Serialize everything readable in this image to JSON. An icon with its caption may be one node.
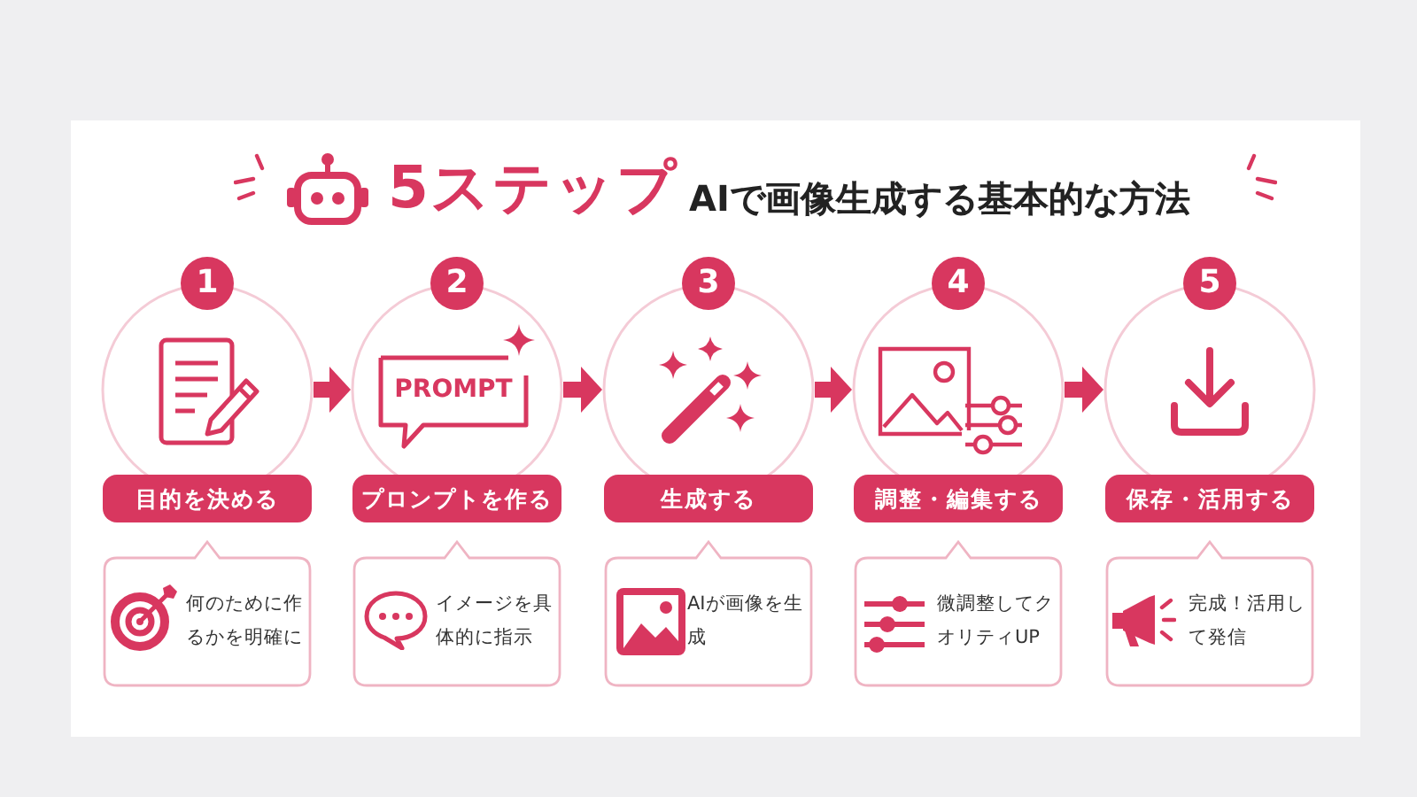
{
  "diagram": {
    "title": "5ステップ",
    "nodes": [
      {
        "text": [
          "1",
          "目的を決める"
        ]
      },
      {
        "text": [
          "2",
          "PROMPT",
          "プロンプトを作る"
        ]
      },
      {
        "text": [
          "3",
          "生成する"
        ]
      },
      {
        "text": [
          "4",
          "調整・編集する"
        ]
      },
      {
        "text": [
          "5",
          "保存・活用する"
        ]
      },
      {
        "text": [
          "何のために作るかを明確に"
        ]
      },
      {
        "text": [
          "イメージを具体的に指示"
        ]
      },
      {
        "text": [
          "AIが画像を生成"
        ]
      },
      {
        "text": [
          "微調整してクオリティUP"
        ]
      },
      {
        "text": [
          "完成！活用して発信"
        ]
      }
    ],
    "edges": [
      {
        "from": 0,
        "to": 1,
        "arrow": "to"
      },
      {
        "from": 1,
        "to": 2,
        "arrow": "to"
      },
      {
        "from": 2,
        "to": 3,
        "arrow": "to"
      },
      {
        "from": 3,
        "to": 4,
        "arrow": "to"
      }
    ],
    "labels": [
      "AIで画像生成する基本的な方法"
    ]
  }
}
